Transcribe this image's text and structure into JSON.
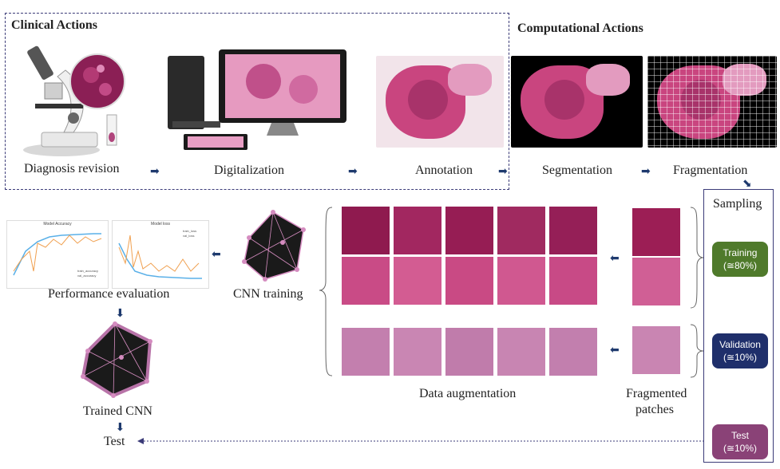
{
  "headers": {
    "clinical": "Clinical Actions",
    "computational": "Computational Actions"
  },
  "steps": {
    "diagnosis": "Diagnosis revision",
    "digitalization": "Digitalization",
    "annotation": "Annotation",
    "segmentation": "Segmentation",
    "fragmentation": "Fragmentation",
    "sampling": "Sampling",
    "performance": "Performance evaluation",
    "cnn_training": "CNN training",
    "data_augmentation": "Data augmentation",
    "fragmented_patches_1": "Fragmented",
    "fragmented_patches_2": "patches",
    "trained_cnn": "Trained CNN",
    "test": "Test"
  },
  "splits": {
    "training": {
      "name": "Training",
      "pct": "(≅80%)",
      "color": "#4f7a2b"
    },
    "validation": {
      "name": "Validation",
      "pct": "(≅10%)",
      "color": "#1f2f6b"
    },
    "test": {
      "name": "Test",
      "pct": "(≅10%)",
      "color": "#8a4277"
    }
  },
  "plots": {
    "accuracy_title": "Model Accuracy",
    "loss_title": "Model loss",
    "accuracy_legend": [
      "train_accuracy",
      "val_accuracy"
    ],
    "loss_legend": [
      "train_loss",
      "val_loss"
    ]
  }
}
